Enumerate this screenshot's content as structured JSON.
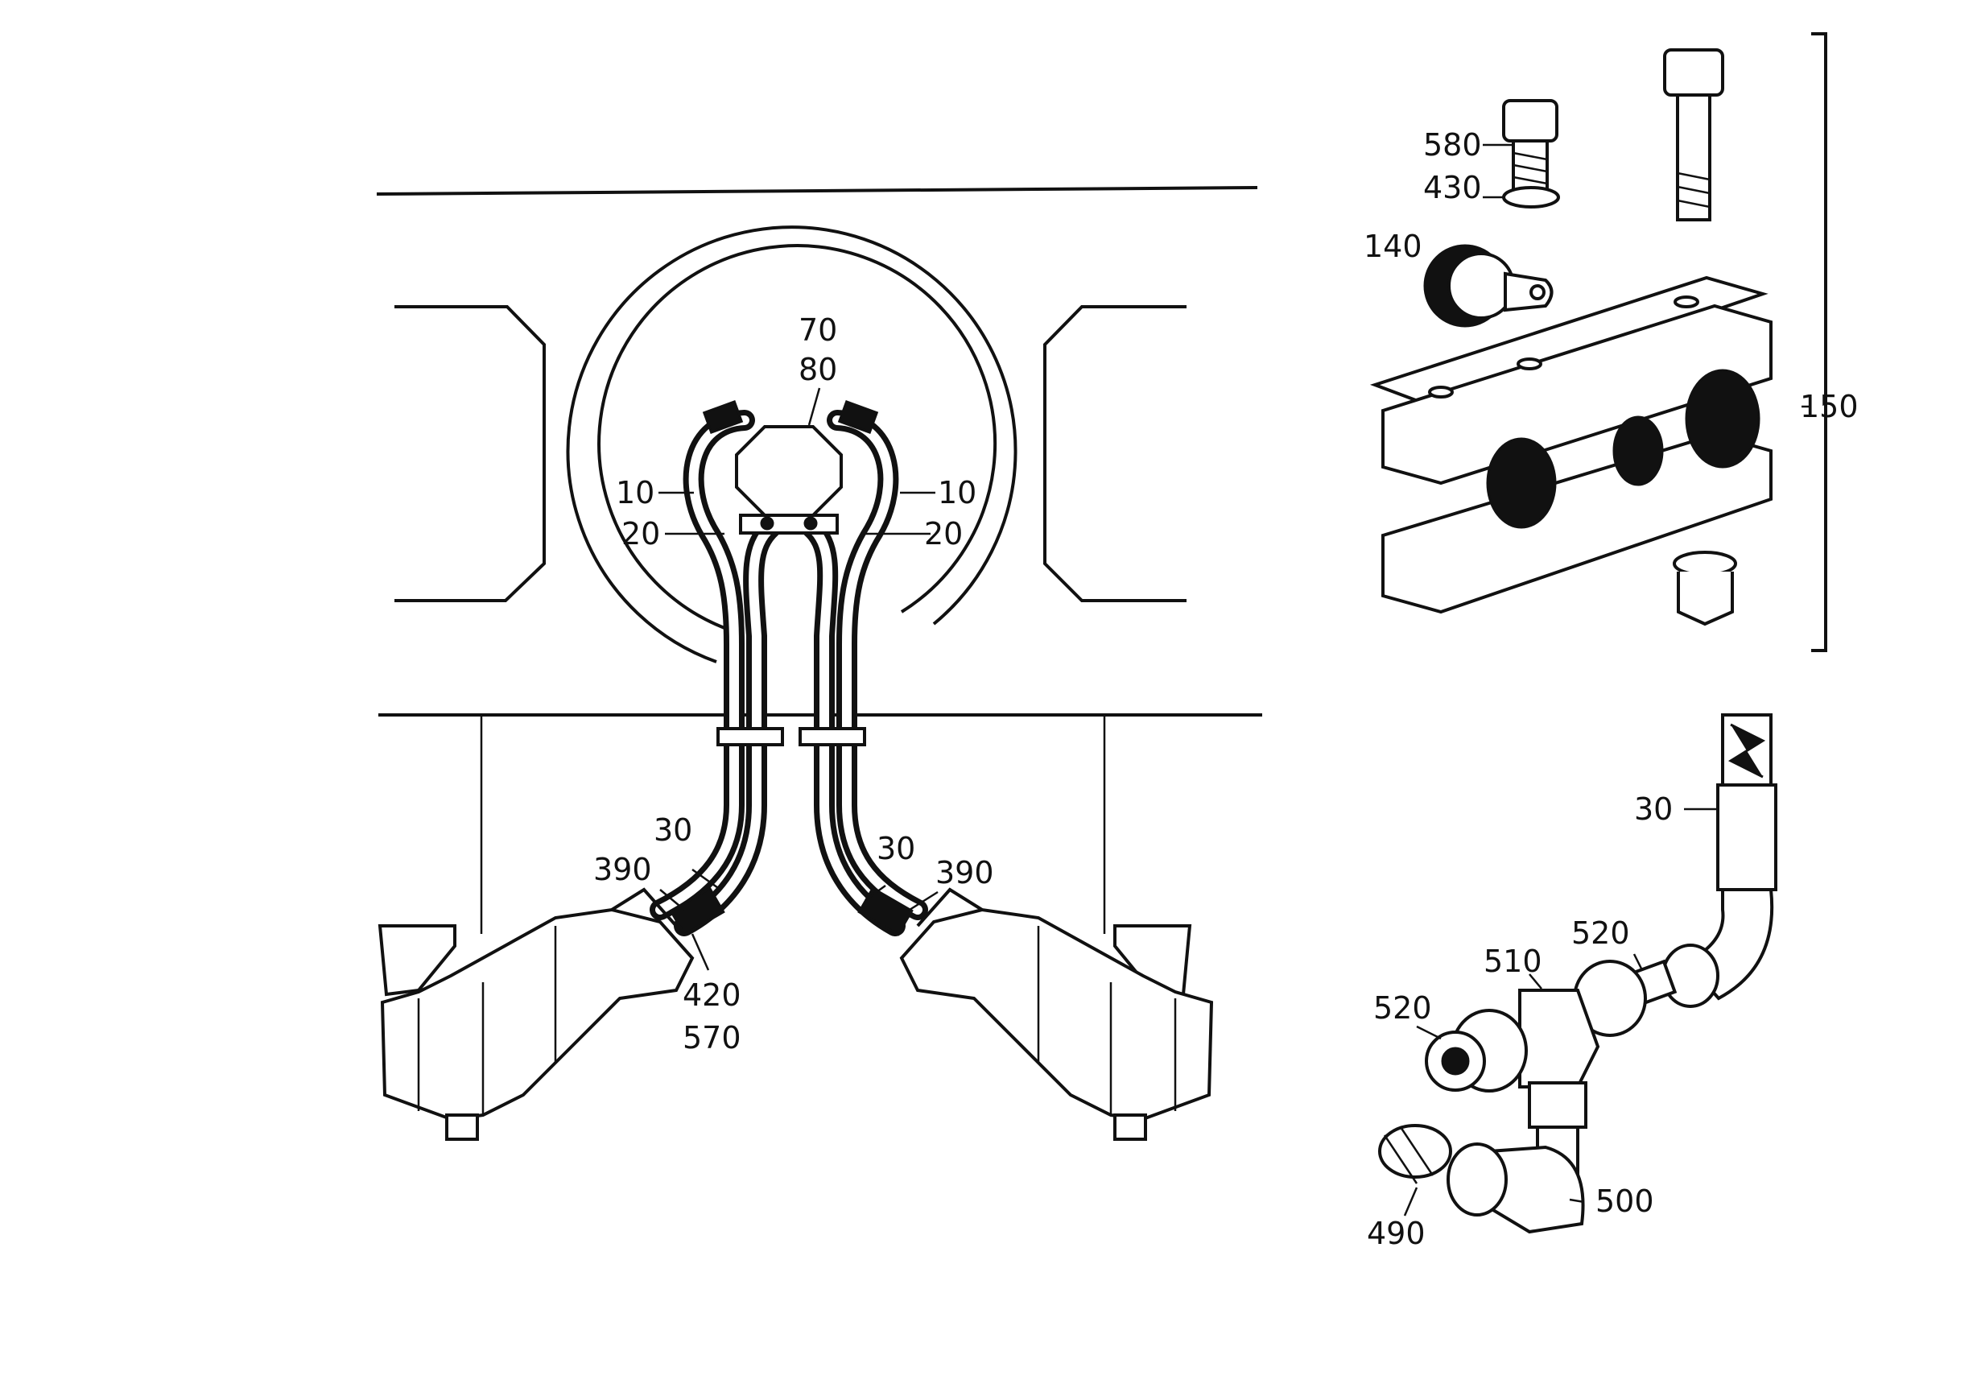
{
  "labels": {
    "l70": "70",
    "l80": "80",
    "l10_left": "10",
    "l10_right": "10",
    "l20_left": "20",
    "l20_right": "20",
    "l30_left": "30",
    "l30_right": "30",
    "l30_detail": "30",
    "l390_left": "390",
    "l390_right": "390",
    "l420": "420",
    "l570": "570",
    "l580": "580",
    "l430": "430",
    "l140": "140",
    "l150": "150",
    "l520_top": "520",
    "l520_left": "520",
    "l510": "510",
    "l500": "500",
    "l490": "490"
  }
}
